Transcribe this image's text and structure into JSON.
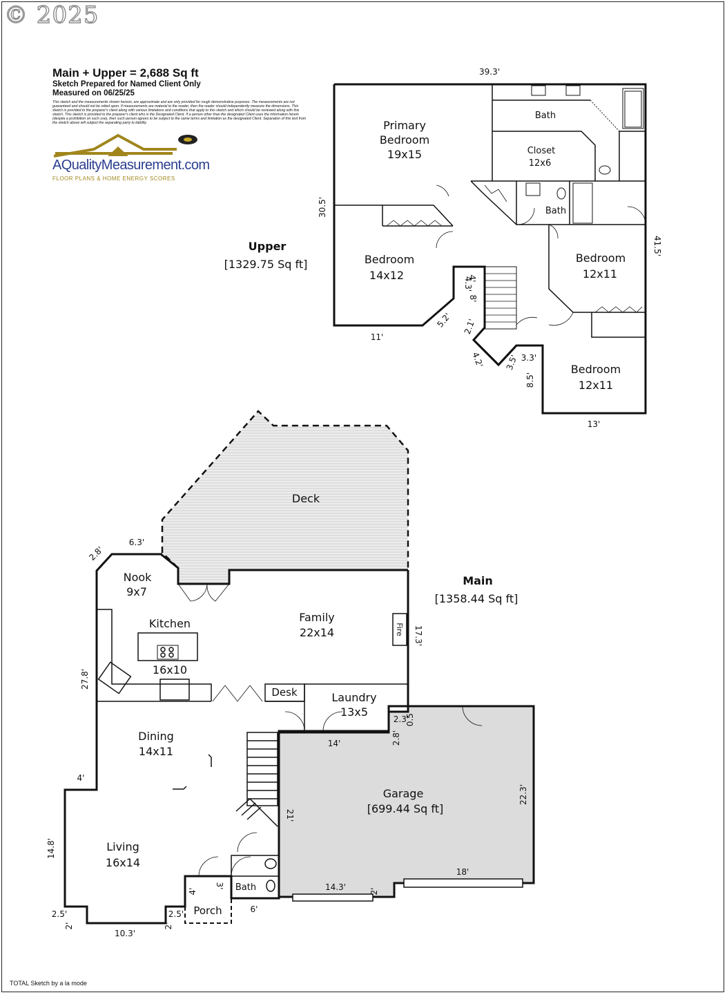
{
  "copyright": "© 2025",
  "header": {
    "title": "Main + Upper = 2,688 Sq ft",
    "line1": "Sketch Prepared for Named Client Only",
    "line2": "Measured on 06/25/25",
    "disclaimer": "This sketch and the measurements shown hereon, are approximate and are only provided for rough demonstrative purposes. The measurements are not guaranteed and should not be relied upon. If measurements are material to the reader, then the reader should independently measure the dimensions. This sketch is provided to the preparer's client along with various limitations and conditions that apply to this sketch and which should be reviewed along with this sketch. This sketch is provided to the preparer's client who is the Designated Client. If a person other than the designated Client uses the information herein (despite a prohibition on such use), then such person agrees to be subject to the same terms and limitation as the designated Client. Separation of this text from the sketch above will subject the separating party to liability."
  },
  "logo": {
    "text": "AQualityMeasurement.com",
    "sub": "FLOOR PLANS & HOME ENERGY SCORES"
  },
  "colors": {
    "wall": "#111111",
    "garage": "#dcdcdc",
    "deck": "#e9e9e9",
    "logo_blue": "#2a3d8f",
    "logo_gold": "#a0861d"
  },
  "upper": {
    "name": "Upper",
    "area": "[1329.75 Sq ft]",
    "rooms": [
      {
        "id": "primary",
        "lines": [
          "Primary",
          "Bedroom",
          "19x15"
        ]
      },
      {
        "id": "bath1",
        "lines": [
          "Bath"
        ]
      },
      {
        "id": "closet",
        "lines": [
          "Closet",
          "12x6"
        ]
      },
      {
        "id": "bath2",
        "lines": [
          "Bath"
        ]
      },
      {
        "id": "bed2",
        "lines": [
          "Bedroom",
          "14x12"
        ]
      },
      {
        "id": "bed3",
        "lines": [
          "Bedroom",
          "12x11"
        ]
      },
      {
        "id": "bed4",
        "lines": [
          "Bedroom",
          "12x11"
        ]
      }
    ],
    "dims": [
      "39.3'",
      "30.5'",
      "41.5'",
      "11'",
      "5.2'",
      "4'",
      "4.3'",
      "8'",
      "2.1'",
      "4.2'",
      "3.5'",
      "3.3'",
      "8.5'",
      "13'"
    ]
  },
  "main": {
    "name": "Main",
    "area": "[1358.44 Sq ft]",
    "rooms": [
      {
        "id": "deck",
        "lines": [
          "Deck"
        ]
      },
      {
        "id": "nook",
        "lines": [
          "Nook",
          "9x7"
        ]
      },
      {
        "id": "kitchen",
        "lines": [
          "Kitchen"
        ]
      },
      {
        "id": "kitchen_dim",
        "lines": [
          "16x10"
        ]
      },
      {
        "id": "family",
        "lines": [
          "Family",
          "22x14"
        ]
      },
      {
        "id": "fire",
        "lines": [
          "Fire"
        ]
      },
      {
        "id": "desk",
        "lines": [
          "Desk"
        ]
      },
      {
        "id": "laundry",
        "lines": [
          "Laundry",
          "13x5"
        ]
      },
      {
        "id": "dining",
        "lines": [
          "Dining",
          "14x11"
        ]
      },
      {
        "id": "living",
        "lines": [
          "Living",
          "16x14"
        ]
      },
      {
        "id": "garage",
        "lines": [
          "Garage",
          "[699.44 Sq ft]"
        ]
      },
      {
        "id": "bath",
        "lines": [
          "Bath"
        ]
      },
      {
        "id": "porch",
        "lines": [
          "Porch"
        ]
      }
    ],
    "dims": [
      "6.3'",
      "2.8'",
      "17.3'",
      "27.8'",
      "0.5'",
      "2.3'",
      "2.8'",
      "14'",
      "4'",
      "22.3'",
      "21'",
      "14.8'",
      "18'",
      "14.3'",
      "2'",
      "2.5'",
      "2'",
      "10.3'",
      "2.5'",
      "2'",
      "6'",
      "4'",
      "3'"
    ]
  },
  "footer": "TOTAL Sketch by a la mode"
}
